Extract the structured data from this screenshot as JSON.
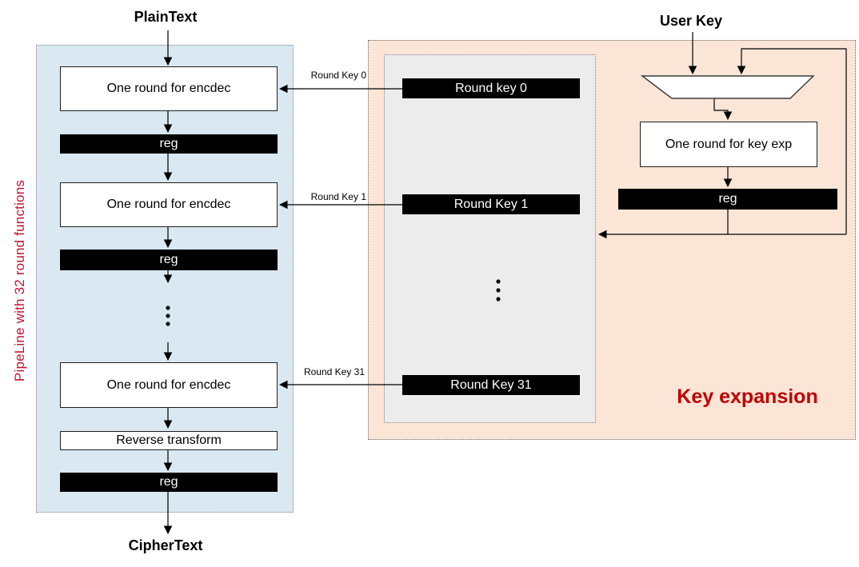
{
  "colors": {
    "pipeline_bg": "#d9e8f1",
    "keystore_bg": "#ececec",
    "keyexp_bg": "#fbe5d6",
    "red_accent": "#c00000",
    "side_label_red": "#c41230",
    "box_dark": "#000000"
  },
  "pipeline": {
    "side_label": "PipeLine with 32 round functions",
    "input_label": "PlainText",
    "output_label": "CipherText",
    "round1_label": "One round for encdec",
    "round2_label": "One round for encdec",
    "round31_label": "One round for encdec",
    "reverse_label": "Reverse transform",
    "reg_label": "reg"
  },
  "key_store": {
    "key0_label": "Round key 0",
    "key1_label": "Round Key 1",
    "key31_label": "Round Key 31"
  },
  "key_expansion": {
    "title": "Key expansion",
    "input_label": "User Key",
    "round_label": "One round for key exp",
    "reg_label": "reg"
  },
  "wire_labels": {
    "rk0": "Round Key 0",
    "rk1": "Round Key 1",
    "rk31": "Round Key 31"
  }
}
